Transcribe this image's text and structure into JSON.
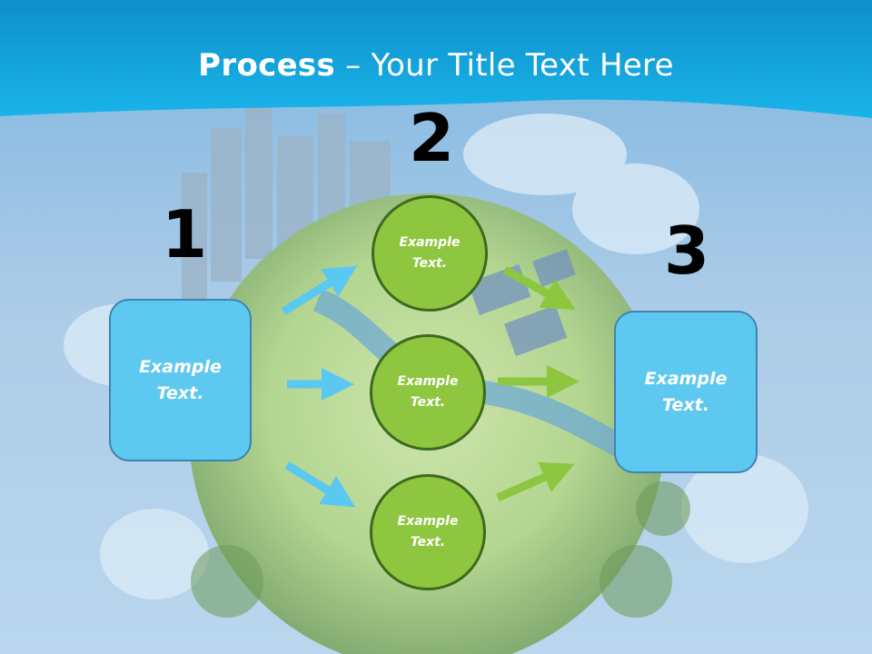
{
  "title": {
    "bold": "Process",
    "dash": " – ",
    "rest": "Your Title Text Here"
  },
  "steps": {
    "one": "1",
    "two": "2",
    "three": "3"
  },
  "left_box": {
    "line1": "Example",
    "line2": "Text."
  },
  "right_box": {
    "line1": "Example",
    "line2": "Text."
  },
  "circles": [
    {
      "line1": "Example",
      "line2": "Text."
    },
    {
      "line1": "Example",
      "line2": "Text."
    },
    {
      "line1": "Example",
      "line2": "Text."
    }
  ],
  "colors": {
    "blue_arrow": "#5bc8f2",
    "green_arrow": "#8dc63f",
    "box": "#5dc8f0",
    "circle": "#8ec63f"
  }
}
